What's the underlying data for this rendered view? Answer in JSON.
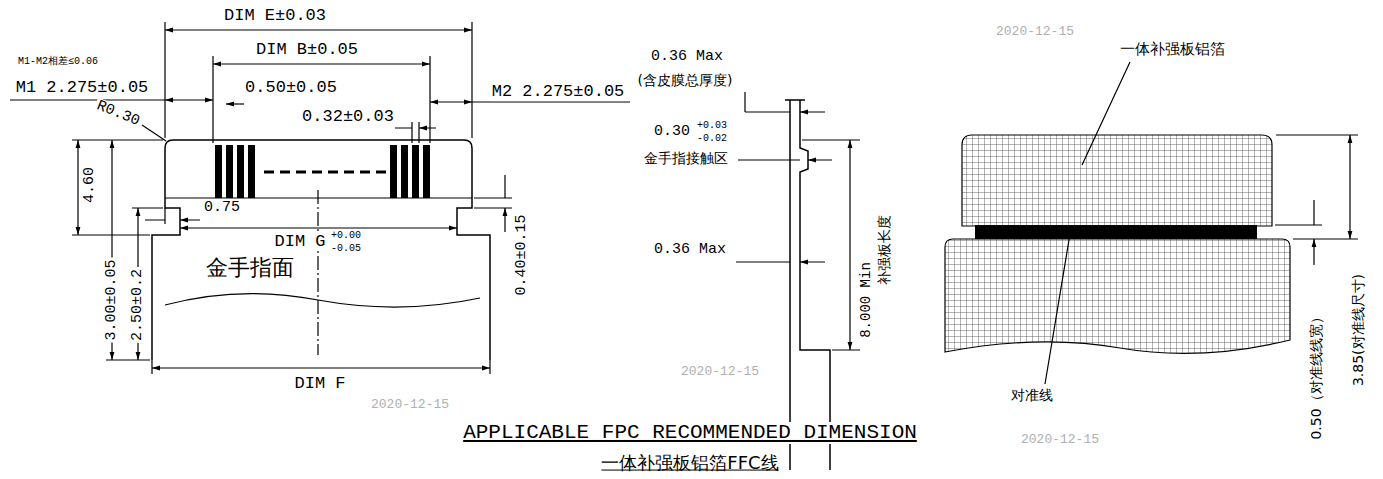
{
  "diagram": {
    "labels": [
      "DIM E±0.03",
      "DIM B±0.05",
      "M1-M2相差≤0.06",
      "M1 2.275±0.05",
      "0.50±0.05",
      "0.32±0.03",
      "M2 2.275±0.05",
      "R0.30",
      "4.60",
      "0.75",
      "DIM G",
      "+0.00",
      "-0.05",
      "金手指面",
      "3.00±0.05",
      "2.50±0.2",
      "0.40±0.15",
      "DIM F",
      "0.36 Max",
      "(含皮膜总厚度)",
      "0.30",
      "+0.03",
      "-0.02",
      "金手指接触区",
      "0.36 Max",
      "8.000 Min",
      "补强板长度",
      "一体补强板铝箔",
      "对准线",
      "0.50（对准线线宽）",
      "3.85(对准线尺寸)",
      "APPLICABLE FPC RECOMMENDED DIMENSION",
      "一体补强板铝箔FFC线",
      "2020-12-15",
      "2020-12-15",
      "2020-12-15",
      "2020-12-15"
    ]
  }
}
